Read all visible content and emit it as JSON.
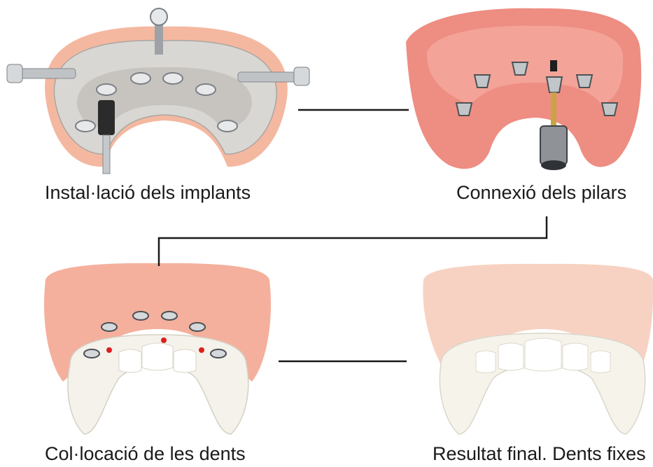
{
  "steps": [
    {
      "caption": "Instal·lació dels implants"
    },
    {
      "caption": "Connexió dels pilars"
    },
    {
      "caption": "Col·locació de les dents"
    },
    {
      "caption": "Resultat final. Dents fixes"
    }
  ],
  "colors": {
    "gum": "#ee8d82",
    "gum_light": "#f6c6b4",
    "guide": "#d4d4d4",
    "tooth": "#f7f5ee",
    "metal": "#b8bcc0",
    "line": "#1a1a1a"
  }
}
